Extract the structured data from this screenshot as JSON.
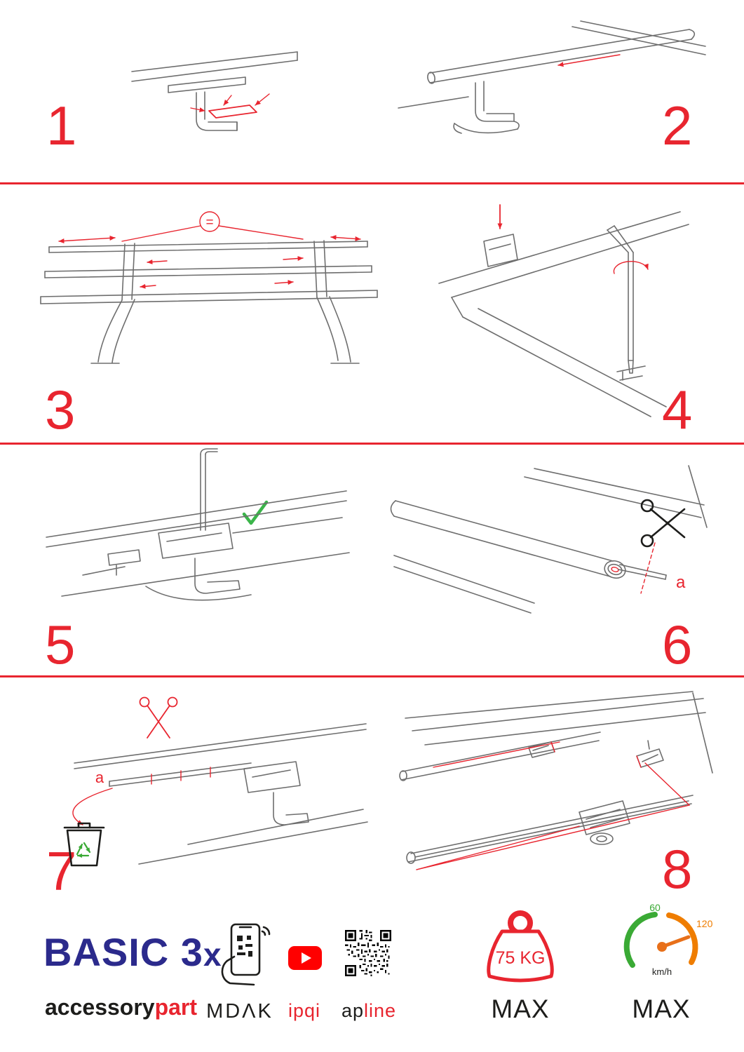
{
  "page": {
    "background": "#ffffff",
    "accent_red": "#e8252f",
    "brand_blue": "#2b2a8c",
    "green": "#3aaa35",
    "orange": "#ef7d00"
  },
  "steps": [
    {
      "number": "1"
    },
    {
      "number": "2"
    },
    {
      "number": "3"
    },
    {
      "number": "4"
    },
    {
      "number": "5"
    },
    {
      "number": "6"
    },
    {
      "number": "7"
    },
    {
      "number": "8"
    }
  ],
  "annotations": {
    "equal_spacing": "=",
    "step6_cut_label": "a",
    "step7_cut_label": "a"
  },
  "footer": {
    "brand": {
      "name": "BASIC 3",
      "suffix": "x"
    },
    "tagline": {
      "black": "accessory",
      "red": "part"
    },
    "partners": {
      "mdak": "MDΛK",
      "ipqi": "ipqi",
      "apline_black": "ap",
      "apline_red": "line"
    },
    "load": {
      "value": "75 KG",
      "label": "MAX"
    },
    "speed": {
      "low": "60",
      "high": "120",
      "unit": "km/h",
      "label": "MAX"
    }
  }
}
